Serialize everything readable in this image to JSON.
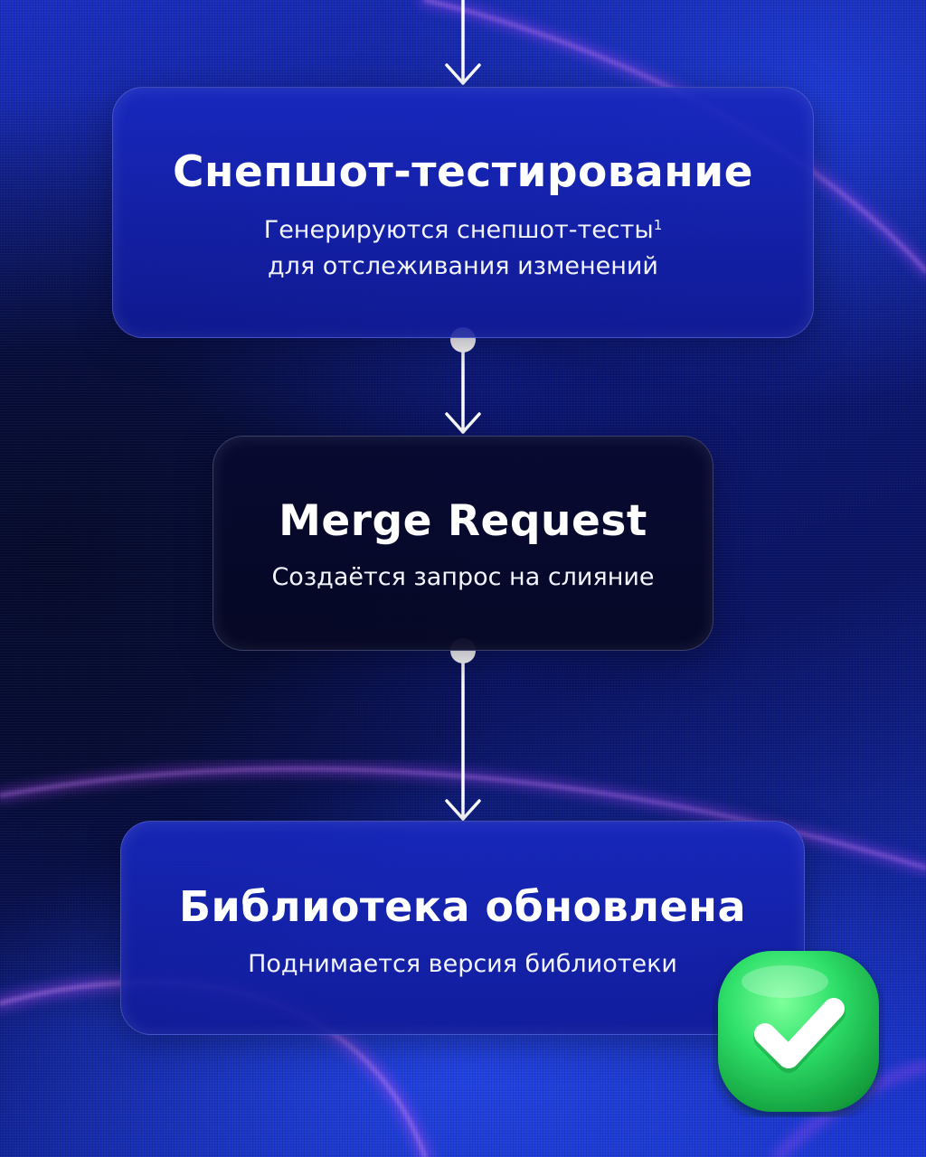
{
  "steps": [
    {
      "title": "Снепшот-тестирование",
      "description_line1": "Генерируются снепшот-тесты",
      "description_footnote": "1",
      "description_line2": "для отслеживания изменений"
    },
    {
      "title": "Merge Request",
      "description_line1": "Создаётся запрос на слияние"
    },
    {
      "title": "Библиотека обновлена",
      "description_line1": "Поднимается версия библиотеки"
    }
  ],
  "icons": {
    "completion_badge": "check-icon",
    "connector_start": "dot",
    "connector_end": "arrow-down"
  },
  "colors": {
    "background_primary": "#1a2fc4",
    "background_dark": "#050a2c",
    "accent_glow": "#c04cff",
    "card_blue": "#1828be",
    "card_dark": "#080a30",
    "text": "#ffffff",
    "badge_green": "#2fe06a",
    "connector": "#ffffff"
  }
}
